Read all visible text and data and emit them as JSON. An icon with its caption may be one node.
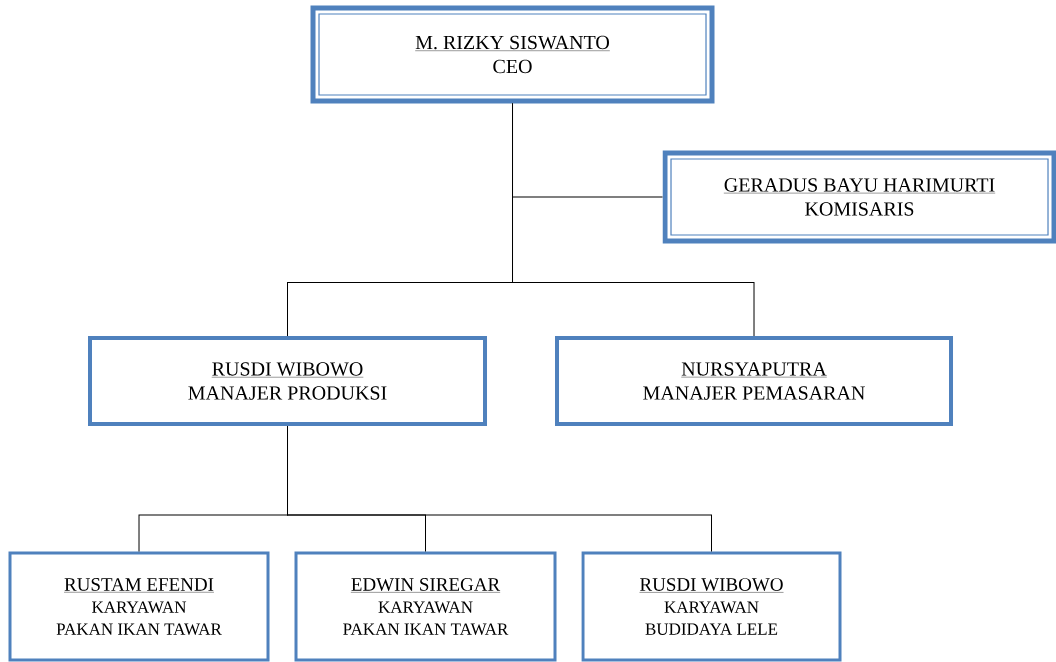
{
  "diagram": {
    "nodes": [
      {
        "text": [
          "M. RIZKY SISWANTO",
          "CEO"
        ]
      },
      {
        "text": [
          "GERADUS BAYU HARIMURTI",
          "KOMISARIS"
        ]
      },
      {
        "text": [
          "RUSDI WIBOWO",
          "MANAJER PRODUKSI"
        ]
      },
      {
        "text": [
          "NURSYAPUTRA",
          "MANAJER PEMASARAN"
        ]
      },
      {
        "text": [
          "RUSTAM EFENDI",
          "KARYAWAN",
          "PAKAN IKAN TAWAR"
        ]
      },
      {
        "text": [
          "EDWIN SIREGAR",
          "KARYAWAN",
          "PAKAN IKAN TAWAR"
        ]
      },
      {
        "text": [
          "RUSDI WIBOWO",
          "KARYAWAN",
          "BUDIDAYA LELE"
        ]
      }
    ],
    "edges": [
      {
        "from": 0,
        "to": 1,
        "arrow": "none"
      },
      {
        "from": 0,
        "to": 2,
        "arrow": "none"
      },
      {
        "from": 0,
        "to": 3,
        "arrow": "none"
      },
      {
        "from": 2,
        "to": 4,
        "arrow": "none"
      },
      {
        "from": 2,
        "to": 5,
        "arrow": "none"
      },
      {
        "from": 2,
        "to": 6,
        "arrow": "none"
      }
    ]
  }
}
